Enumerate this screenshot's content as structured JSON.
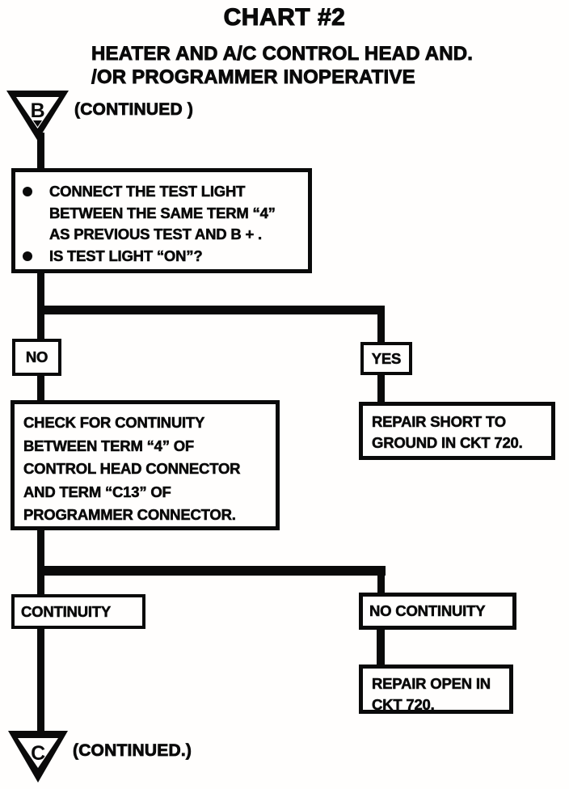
{
  "page": {
    "title": "CHART #2",
    "subtitle_line1": "HEATER AND A/C CONTROL HEAD AND.",
    "subtitle_line2": "/OR PROGRAMMER INOPERATIVE"
  },
  "colors": {
    "ink": "#0a0a0a",
    "paper": "#fffefd"
  },
  "connectors": {
    "b": {
      "letter": "B",
      "label": "(CONTINUED )"
    },
    "c": {
      "letter": "C",
      "label": "(CONTINUED.)"
    }
  },
  "boxes": {
    "test_light": {
      "bullets": [
        {
          "lines": [
            "CONNECT THE TEST LIGHT",
            "BETWEEN THE SAME TERM “4”",
            "AS PREVIOUS TEST AND B + ."
          ]
        },
        {
          "lines": [
            "IS TEST LIGHT “ON”?"
          ]
        }
      ]
    },
    "no_label": "NO",
    "yes_label": "YES",
    "check_continuity": {
      "lines": [
        "CHECK FOR CONTINUITY",
        "BETWEEN TERM “4” OF",
        "CONTROL HEAD CONNECTOR",
        "AND TERM “C13” OF",
        "PROGRAMMER CONNECTOR."
      ]
    },
    "repair_short": {
      "lines": [
        "REPAIR SHORT TO",
        "GROUND IN CKT 720."
      ]
    },
    "continuity_label": "CONTINUITY",
    "no_continuity_label": "NO CONTINUITY",
    "repair_open": {
      "lines": [
        "REPAIR OPEN IN",
        "CKT 720."
      ]
    }
  }
}
